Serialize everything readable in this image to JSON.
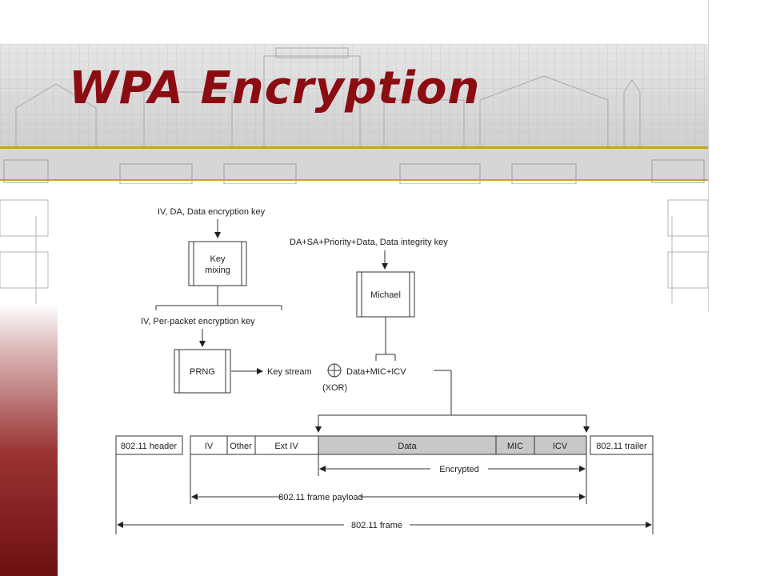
{
  "slide": {
    "title": "WPA Encryption"
  },
  "colors": {
    "title": "#8b0d12",
    "gold_rule": "#c9a227",
    "encrypted_fill": "#c8c8c8"
  },
  "diagram": {
    "inputs": {
      "encryption": "IV, DA, Data encryption key",
      "integrity": "DA+SA+Priority+Data, Data integrity key",
      "per_packet": "IV, Per-packet encryption key"
    },
    "blocks": {
      "key_mixing_line1": "Key",
      "key_mixing_line2": "mixing",
      "michael": "Michael",
      "prng": "PRNG"
    },
    "stream": {
      "key_stream": "Key stream",
      "data_mic_icv": "Data+MIC+ICV",
      "xor": "(XOR)"
    },
    "frame_fields": {
      "header": "802.11 header",
      "iv": "IV",
      "other": "Other",
      "ext_iv": "Ext IV",
      "data": "Data",
      "mic": "MIC",
      "icv": "ICV",
      "trailer": "802.11 trailer"
    },
    "spans": {
      "encrypted": "Encrypted",
      "payload": "802.11 frame payload",
      "frame": "802.11 frame"
    }
  }
}
